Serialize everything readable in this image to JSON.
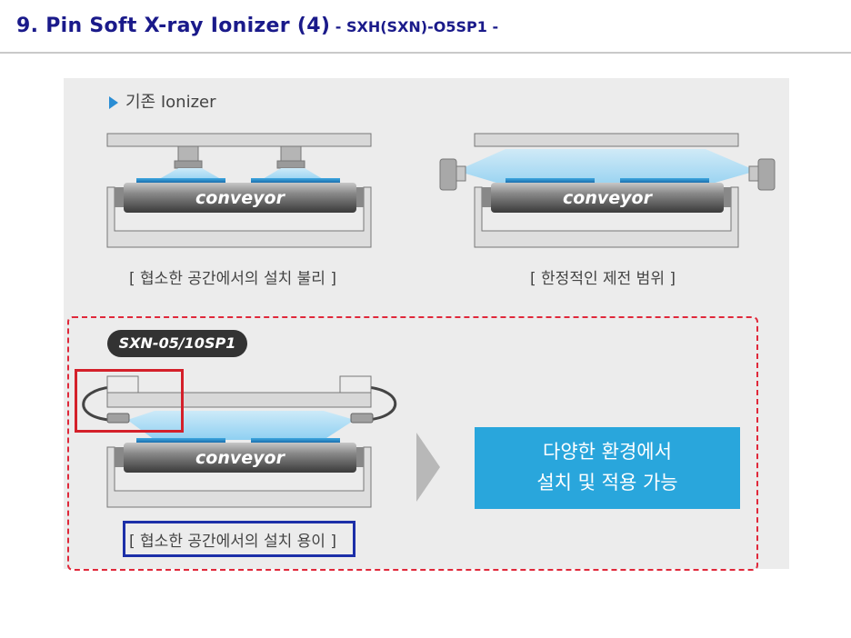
{
  "header": {
    "title": "9. Pin Soft X-ray Ionizer (4)",
    "subtitle": " - SXH(SXN)-O5SP1 -"
  },
  "section": {
    "label": "기존 Ionizer"
  },
  "diagrams": {
    "conveyor_label": "conveyor",
    "caption_left": "[ 협소한 공간에서의 설치 불리 ]",
    "caption_right": "[ 한정적인 제전 범위 ]",
    "model": "SXN-05/10SP1",
    "caption_bottom": "[ 협소한 공간에서의 설치 용이 ]"
  },
  "result": {
    "line1": "다양한 환경에서",
    "line2": "설치 및 적용 가능"
  },
  "colors": {
    "title": "#1a1a8a",
    "beam": "#8fd0f2",
    "result_bg": "#29a6dc",
    "highlight_red": "#d4202a",
    "highlight_blue": "#1c2fa8"
  }
}
